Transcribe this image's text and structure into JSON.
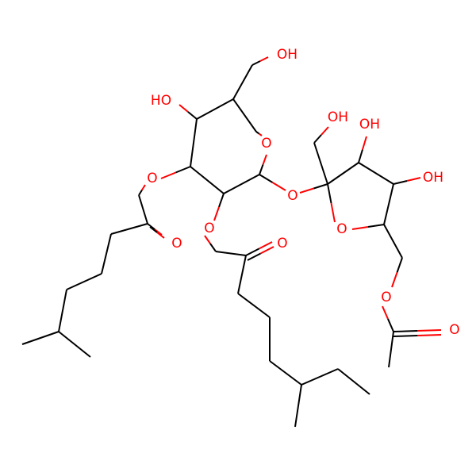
{
  "colors": {
    "bond": "#000000",
    "oxygen": "#ff0000",
    "background": "#ffffff"
  },
  "molecule": {
    "atom_labels": [
      {
        "id": "oh_ch2_top",
        "text": "OH",
        "element": "O"
      },
      {
        "id": "oh_c4",
        "text": "HO",
        "element": "O"
      },
      {
        "id": "o_ring_pyranose",
        "text": "O",
        "element": "O"
      },
      {
        "id": "o_ester_c3",
        "text": "O",
        "element": "O"
      },
      {
        "id": "o_glycosidic",
        "text": "O",
        "element": "O"
      },
      {
        "id": "oh_ch2_fructose",
        "text": "OH",
        "element": "O"
      },
      {
        "id": "oh_c3_fructose",
        "text": "OH",
        "element": "O"
      },
      {
        "id": "oh_c4_fructose",
        "text": "OH",
        "element": "O"
      },
      {
        "id": "o_ring_furanose",
        "text": "O",
        "element": "O"
      },
      {
        "id": "o_carbonyl_c3",
        "text": "O",
        "element": "O"
      },
      {
        "id": "o_ester_c2",
        "text": "O",
        "element": "O"
      },
      {
        "id": "o_carbonyl_c2",
        "text": "O",
        "element": "O"
      },
      {
        "id": "o_ester_acetyl",
        "text": "O",
        "element": "O"
      },
      {
        "id": "o_carbonyl_acetyl",
        "text": "O",
        "element": "O"
      }
    ]
  }
}
